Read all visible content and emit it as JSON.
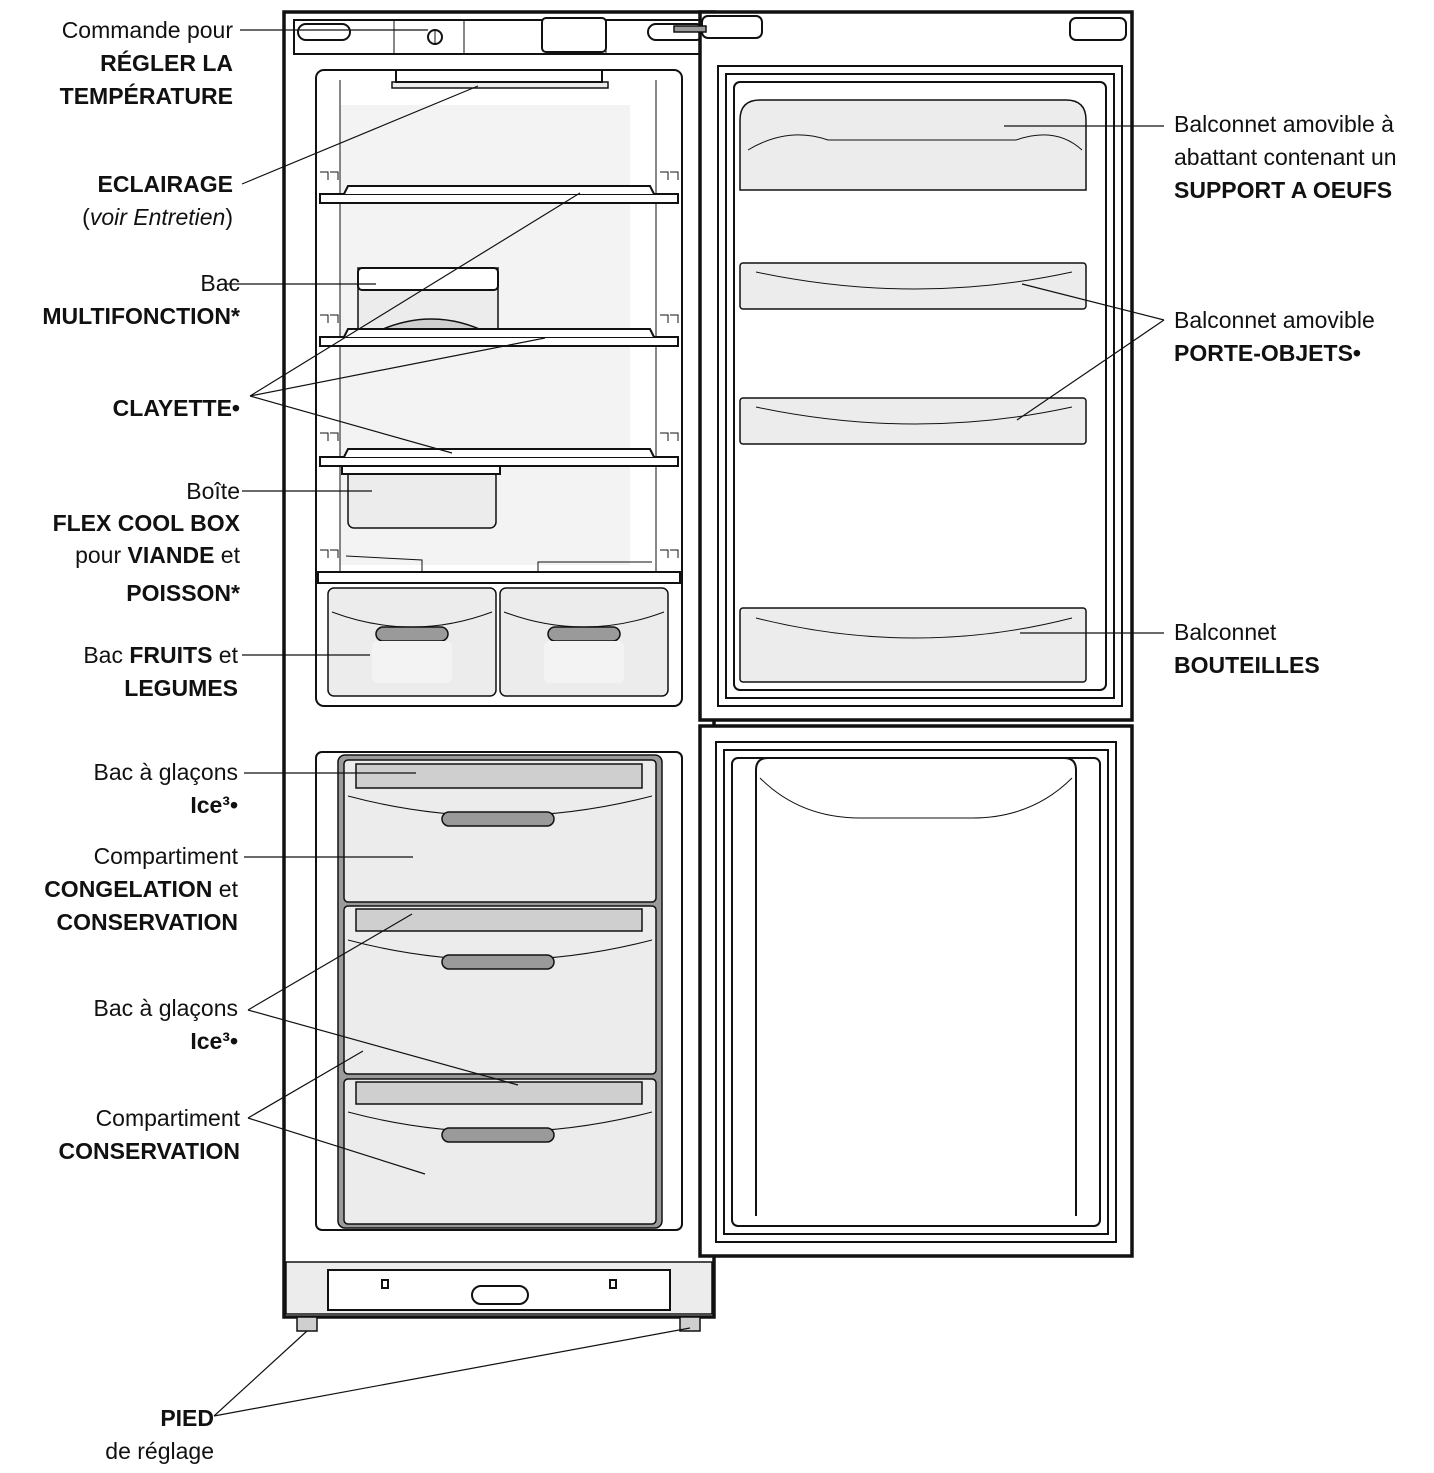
{
  "colors": {
    "outline": "#111111",
    "fill": "#ffffff",
    "light_gray": "#ececec",
    "mid_gray": "#cfcfcf",
    "dark_gray": "#9a9a9a"
  },
  "labels": {
    "commande": {
      "l1": "Commande pour",
      "l2": "RÉGLER LA",
      "l3": "TEMPÉRATURE"
    },
    "eclairage": {
      "l1": "ECLAIRAGE",
      "l2_open": "(",
      "l2_italic": "voir Entretien",
      "l2_close": ")"
    },
    "bac_multi": {
      "l1": "Bac",
      "l2": "MULTIFONCTION*"
    },
    "clayette": {
      "l1": "CLAYETTE•"
    },
    "flex": {
      "l1": "Boîte",
      "l2": "FLEX COOL BOX",
      "l3_a": "pour ",
      "l3_b": "VIANDE",
      "l3_c": " et",
      "l4": "POISSON*"
    },
    "fruits": {
      "l1_a": "Bac ",
      "l1_b": "FRUITS",
      "l1_c": " et",
      "l2": "LEGUMES"
    },
    "glacons1": {
      "l1": "Bac à glaçons",
      "l2": "Ice³•"
    },
    "cong": {
      "l1": "Compartiment",
      "l2_a": "CONGELATION",
      "l2_b": " et",
      "l3": "CONSERVATION"
    },
    "glacons2": {
      "l1": "Bac à glaçons",
      "l2": "Ice³•"
    },
    "conserv": {
      "l1": "Compartiment",
      "l2": "CONSERVATION"
    },
    "pied": {
      "l1": "PIED",
      "l2": "de réglage"
    },
    "oeufs": {
      "l1": "Balconnet amovible à",
      "l2": "abattant contenant un",
      "l3": "SUPPORT A OEUFS"
    },
    "porte": {
      "l1": "Balconnet amovible",
      "l2": "PORTE-OBJETS•"
    },
    "bouteilles": {
      "l1": "Balconnet",
      "l2": "BOUTEILLES"
    }
  }
}
